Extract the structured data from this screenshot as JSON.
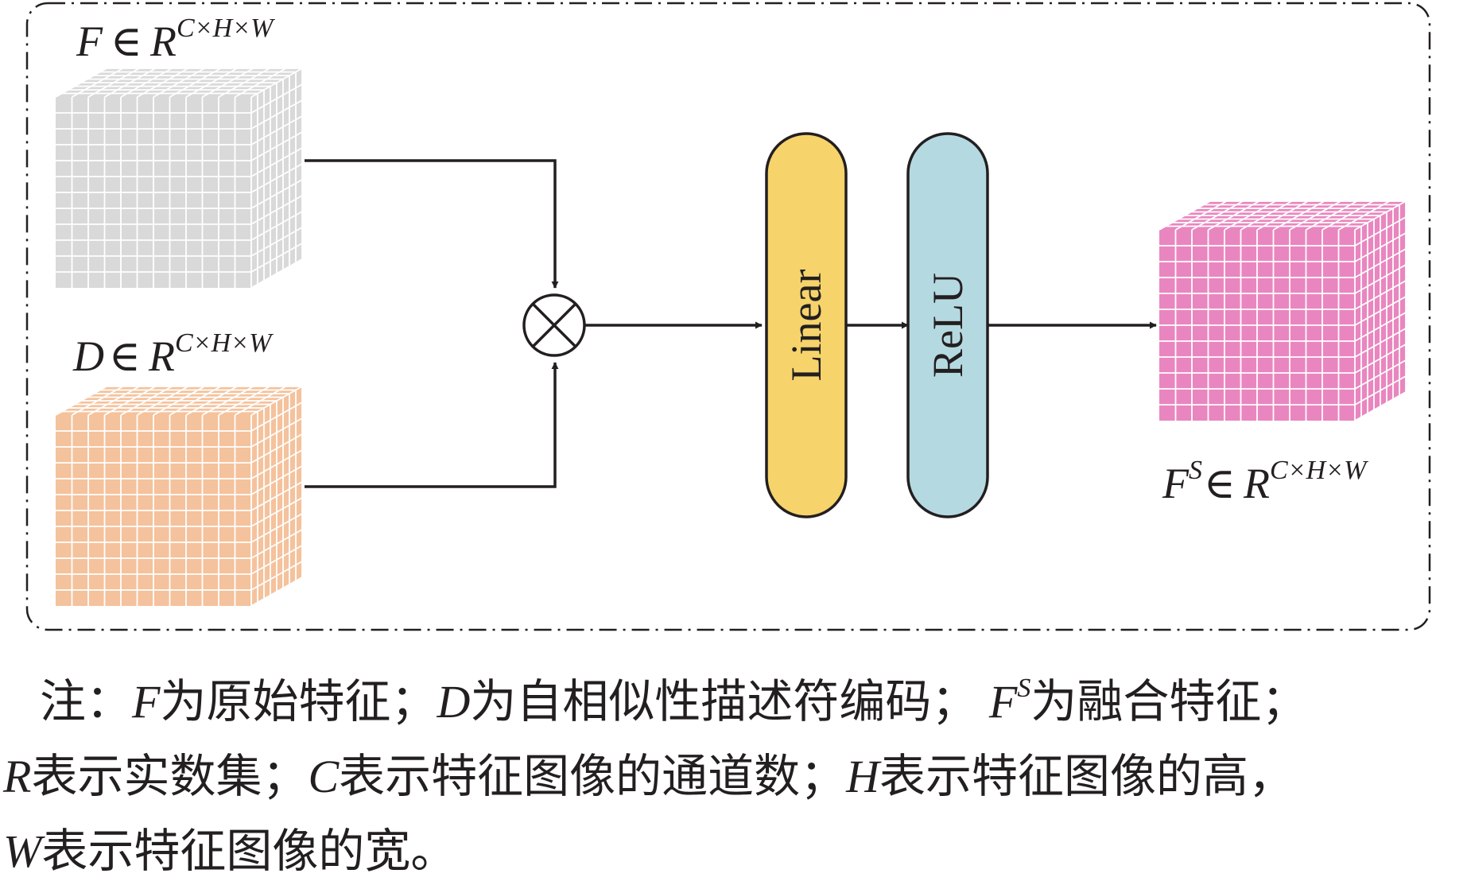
{
  "nodes": {
    "input_f": {
      "symbol": "F",
      "set": "R",
      "dims": "C×H×W"
    },
    "input_d": {
      "symbol": "D",
      "set": "R",
      "dims": "C×H×W"
    },
    "output_fs": {
      "symbol": "F",
      "superscript": "S",
      "set": "R",
      "dims": "C×H×W"
    },
    "linear": {
      "label": "Linear"
    },
    "relu": {
      "label": "ReLU"
    },
    "product_symbol": "⊗",
    "element_of": "∈"
  },
  "colors": {
    "input_f_cube": "#d9d9d9",
    "input_d_cube": "#f4c29c",
    "output_fs_cube": "#e986bf",
    "linear_block": "#f6d36b",
    "relu_block": "#b5d9e1",
    "line": "#231f20"
  },
  "edges": [
    {
      "from": "input_f",
      "to": "product"
    },
    {
      "from": "input_d",
      "to": "product"
    },
    {
      "from": "product",
      "to": "linear"
    },
    {
      "from": "linear",
      "to": "relu"
    },
    {
      "from": "relu",
      "to": "output_fs"
    }
  ],
  "note": {
    "prefix": "注：",
    "f_sym": "F",
    "f_text": "为原始特征；",
    "d_sym": "D",
    "d_text": "为自相似性描述符编码；",
    "fs_sym": "F",
    "fs_sup": "S",
    "fs_text": "为融合特征；",
    "r_sym": "R",
    "r_text": "表示实数集；",
    "c_sym": "C",
    "c_text": "表示特征图像的通道数；",
    "h_sym": "H",
    "h_text": "表示特征图像的高，",
    "w_sym": "W",
    "w_text": "表示特征图像的宽。"
  }
}
